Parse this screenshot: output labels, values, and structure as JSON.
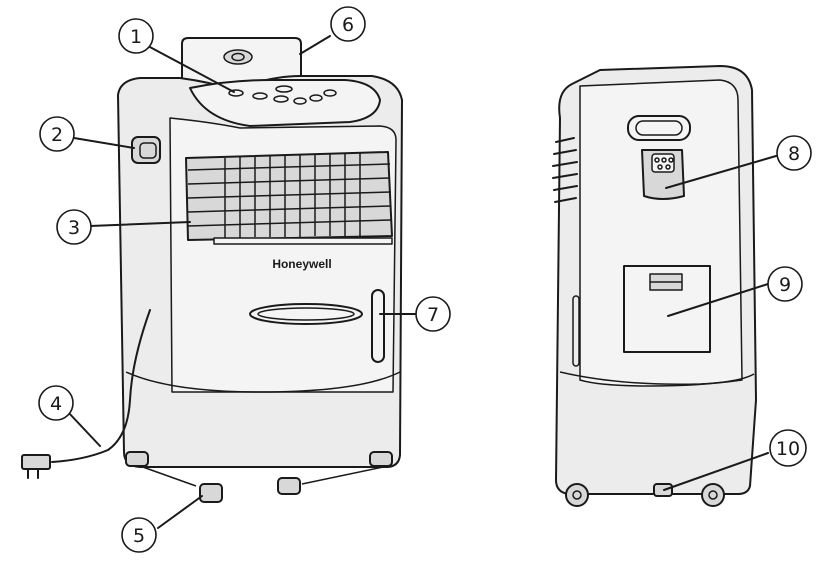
{
  "brand_label": "Honeywell",
  "callouts": [
    "1",
    "2",
    "3",
    "4",
    "5",
    "6",
    "7",
    "8",
    "9",
    "10"
  ]
}
